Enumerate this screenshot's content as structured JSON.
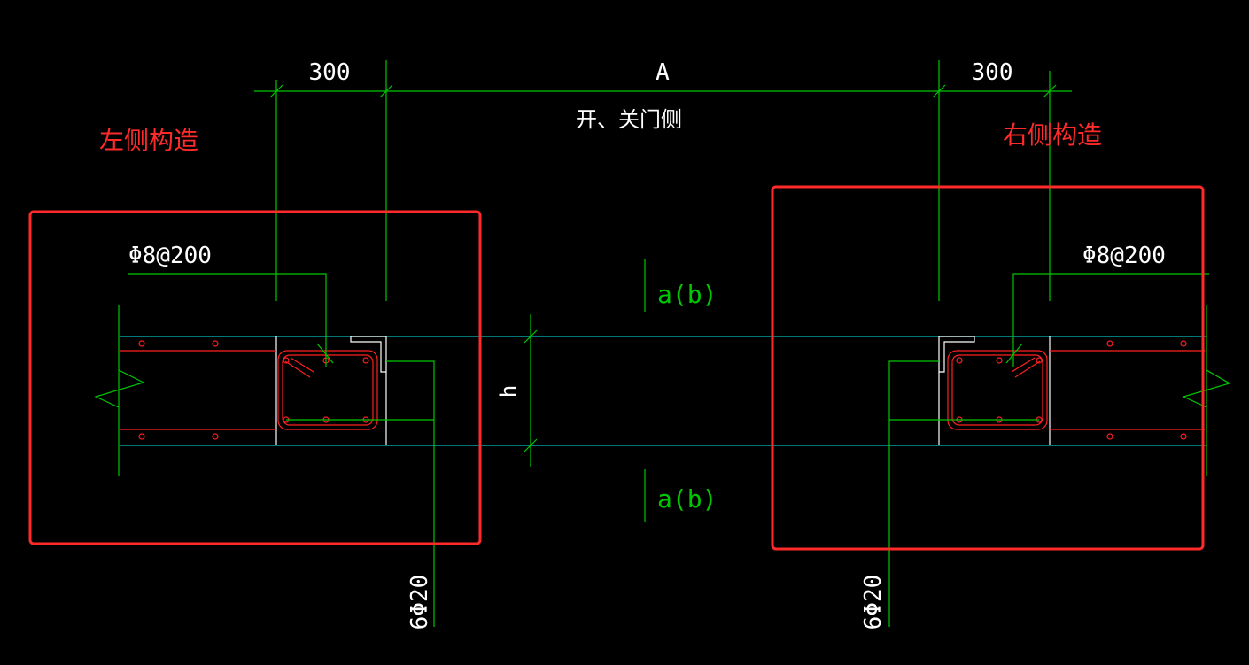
{
  "colors": {
    "background": "#000000",
    "dimension_line": "#00c800",
    "slab_line": "#00c0c0",
    "concrete_outline": "#ffffff",
    "rebar": "#ff2020",
    "highlight_box": "#ff2a2a"
  },
  "dimensions": {
    "left_width": "300",
    "middle_span": "A",
    "right_width": "300",
    "height": "h"
  },
  "notes": {
    "opening_side": "开、关门侧",
    "stirrup_left": "Φ8@200",
    "stirrup_right": "Φ8@200",
    "offset_top": "a(b)",
    "offset_bottom": "a(b)",
    "main_bar_left": "6Φ20",
    "main_bar_right": "6Φ20"
  },
  "labels": {
    "left_construction": "左侧构造",
    "right_construction": "右侧构造"
  }
}
